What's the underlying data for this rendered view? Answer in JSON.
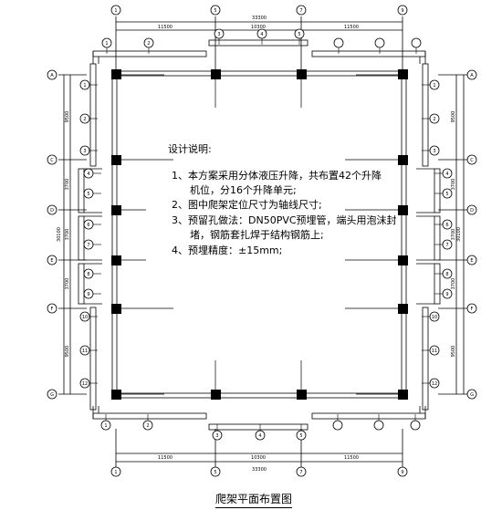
{
  "axis_top": [
    "1",
    "5",
    "7",
    "9"
  ],
  "axis_bottom": [
    "1",
    "5",
    "7",
    "9"
  ],
  "axis_left": [
    "A",
    "C",
    "D",
    "E",
    "F",
    "G"
  ],
  "axis_right": [
    "A",
    "C",
    "D",
    "E",
    "F",
    "G"
  ],
  "dims_top": {
    "total": "33300",
    "parts": [
      "11500",
      "10300",
      "11500"
    ]
  },
  "dims_bottom": {
    "total": "33300",
    "parts": [
      "11500",
      "10300",
      "11500"
    ]
  },
  "dims_left": {
    "total": "30100",
    "parts": [
      "9500",
      "3700",
      "3700",
      "3700",
      "9500"
    ]
  },
  "dims_right": {
    "total": "30100",
    "parts": [
      "9500",
      "3700",
      "3700",
      "3700",
      "9500"
    ]
  },
  "unit_top": [
    "1",
    "2",
    "3",
    "4",
    "5"
  ],
  "unit_bottom": [
    "1",
    "2",
    "3",
    "4",
    "5"
  ],
  "unit_left": [
    "1",
    "2",
    "3",
    "4",
    "5",
    "6",
    "7",
    "8",
    "9",
    "10",
    "11",
    "12"
  ],
  "unit_right": [
    "1",
    "2",
    "3",
    "4",
    "5",
    "6",
    "7",
    "8",
    "9",
    "10",
    "11",
    "12"
  ],
  "notes": {
    "heading": "设计说明:",
    "item1_line1": "1、本方案采用分体液压升降，共布置42个升降",
    "item1_line2": "机位，分16个升降单元;",
    "item2": "2、图中爬架定位尺寸为轴线尺寸;",
    "item3_line1": "3、预留孔做法：DN50PVC预埋管，端头用泡沫封",
    "item3_line2": "堵，钢筋套扎焊于结构钢筋上;",
    "item4": "4、预埋精度：±15mm;"
  },
  "title": "爬架平面布置图"
}
